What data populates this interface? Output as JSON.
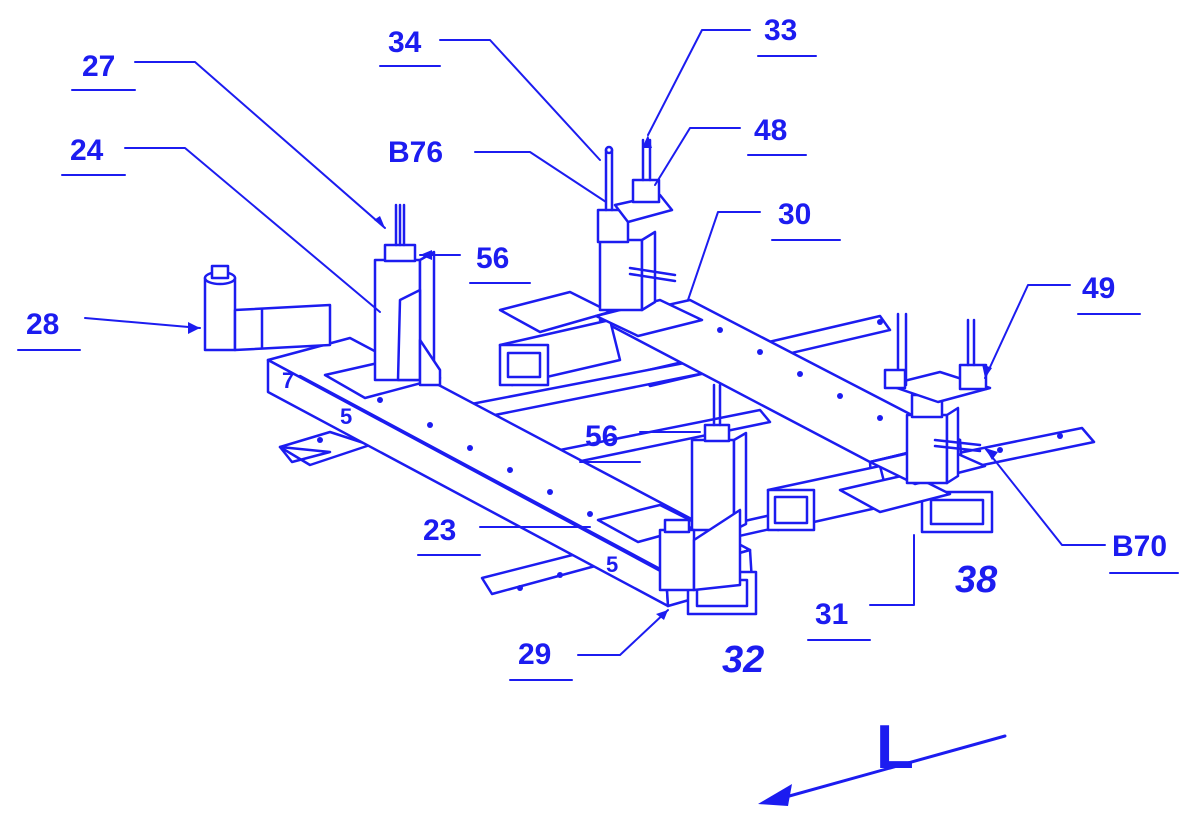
{
  "colors": {
    "ink": "#1c1cf0",
    "background": "#ffffff"
  },
  "reference_labels": [
    "34",
    "33",
    "27",
    "48",
    "24",
    "B76",
    "30",
    "56",
    "49",
    "28",
    "56",
    "23",
    "B70",
    "31",
    "29"
  ],
  "frame_labels": {
    "part_32": "32",
    "part_38": "38",
    "marker_5a": "5",
    "marker_5b": "5",
    "marker_7": "7"
  },
  "direction": {
    "label": "L"
  }
}
